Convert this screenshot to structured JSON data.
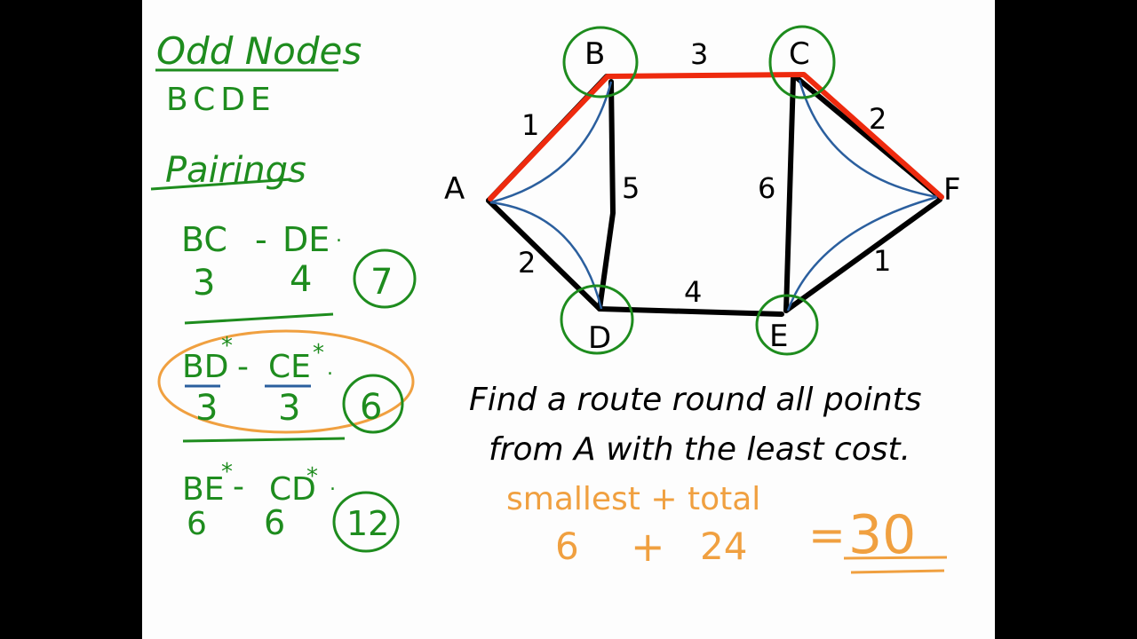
{
  "colors": {
    "green": "#1e8c1e",
    "black": "#000000",
    "red": "#ee2a0e",
    "blue": "#2b5f9e",
    "orange": "#f0a040",
    "background": "#fdfdfd",
    "letterbox": "#000000"
  },
  "left_panel": {
    "title": "Odd Nodes",
    "odd_nodes": "BCDE",
    "pairings_title": "Pairings",
    "pairings": [
      {
        "left": "BC",
        "dash": "-",
        "right": "DE",
        "dot": ".",
        "left_cost": "3",
        "right_cost": "4",
        "total": "7",
        "highlighted": false
      },
      {
        "left": "BD",
        "left_star": "*",
        "dash": "-",
        "right": "CE",
        "right_star": "*",
        "dot": ".",
        "left_cost": "3",
        "right_cost": "3",
        "total": "6",
        "highlighted": true
      },
      {
        "left": "BE",
        "left_star": "*",
        "dash": "-",
        "right": "CD",
        "right_star": "*",
        "dot": ".",
        "left_cost": "6",
        "right_cost": "6",
        "total": "12",
        "highlighted": false
      }
    ]
  },
  "graph": {
    "nodes": [
      {
        "id": "A",
        "label": "A",
        "odd": false
      },
      {
        "id": "B",
        "label": "B",
        "odd": true
      },
      {
        "id": "C",
        "label": "C",
        "odd": true
      },
      {
        "id": "D",
        "label": "D",
        "odd": true
      },
      {
        "id": "E",
        "label": "E",
        "odd": true
      },
      {
        "id": "F",
        "label": "F",
        "odd": false
      }
    ],
    "edges": [
      {
        "from": "A",
        "to": "B",
        "weight": "1",
        "highlight": "red"
      },
      {
        "from": "B",
        "to": "C",
        "weight": "3",
        "highlight": "red"
      },
      {
        "from": "C",
        "to": "F",
        "weight": "2",
        "highlight": "red"
      },
      {
        "from": "A",
        "to": "D",
        "weight": "2",
        "highlight": "none"
      },
      {
        "from": "B",
        "to": "D",
        "weight": "5",
        "highlight": "none"
      },
      {
        "from": "C",
        "to": "E",
        "weight": "6",
        "highlight": "none"
      },
      {
        "from": "D",
        "to": "E",
        "weight": "4",
        "highlight": "none"
      },
      {
        "from": "E",
        "to": "F",
        "weight": "1",
        "highlight": "none"
      }
    ],
    "repeated_paths_blue": [
      "B-A-D",
      "C-F-E"
    ]
  },
  "problem": {
    "line1": "Find a route round all points",
    "line2": "from A with the least cost."
  },
  "solution": {
    "label": "smallest + total",
    "smallest": "6",
    "plus": "+",
    "total": "24",
    "equals": "=",
    "answer": "30"
  }
}
